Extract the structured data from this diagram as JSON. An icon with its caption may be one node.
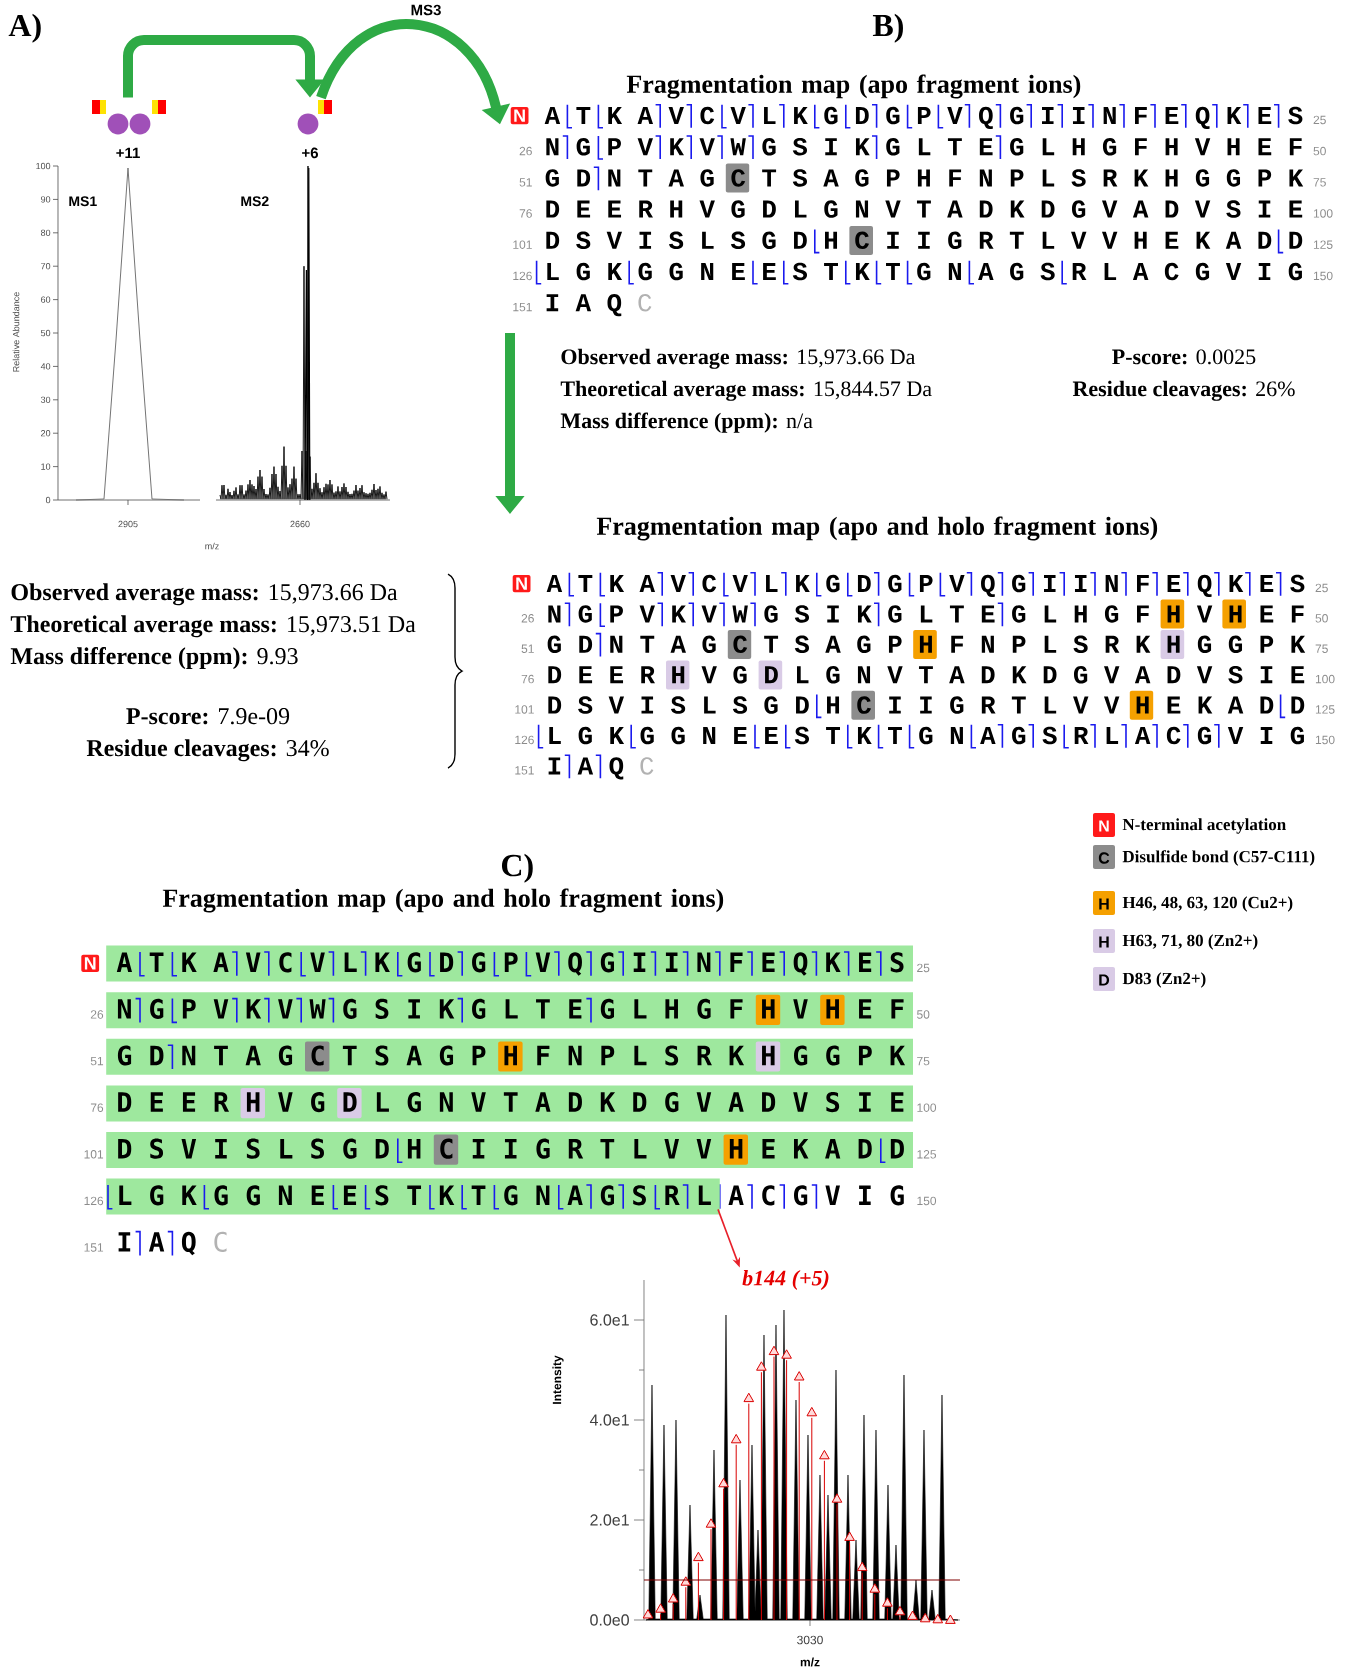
{
  "diagram": {
    "nodes": [
      {
        "text": [
          "+11"
        ]
      },
      {
        "text": [
          "+6"
        ]
      },
      {
        "text": [
          "Fragmentation map (apo fragment ions)"
        ]
      },
      {
        "text": [
          "Fragmentation map (apo and holo fragment ions)"
        ]
      },
      {
        "text": [
          "Fragmentation map (apo and holo fragment ions)"
        ]
      },
      {
        "text": [
          "b144 (+5)"
        ]
      },
      {
        "text": [],
        "shape": "bar"
      }
    ],
    "edges": [
      {
        "from": 0,
        "to": 1,
        "arrow": "to"
      },
      {
        "from": 1,
        "to": 2,
        "arrow": "to",
        "label": "MS3"
      },
      {
        "from": 2,
        "to": 3,
        "arrow": "to"
      },
      {
        "from": 6,
        "to": 5,
        "arrow": "to",
        "color": "#e8202a"
      }
    ],
    "labels": [
      "A)",
      "B)",
      "MS1",
      "MS2",
      "Relative Abundance",
      "100",
      "90",
      "80",
      "70",
      "60",
      "50",
      "40",
      "30",
      "20",
      "10",
      "0",
      "2905",
      "2660",
      "m/z",
      "**Observed average mass:** 15,973.66 Da",
      "**P-score:** 0.0025",
      "**Theoretical average mass:** 15,844.57 Da",
      "**Residue cleavages:** 26%",
      "**Mass difference (ppm):** n/a",
      "**Observed average mass:** 15,973.66 Da",
      "**Theoretical average mass:** 15,973.51 Da",
      "**Mass difference (ppm):** 9.93",
      "**P-score:** 7.9e-09",
      "**Residue cleavages:** 34%",
      "C)",
      "6.0e1",
      "4.0e1",
      "2.0e1",
      "0.0e0",
      "Intensity",
      "3030",
      "m/z",
      "N",
      "C",
      "H",
      "H",
      "D",
      "N",
      "A T K A V C V L K G D G P V Q G I I N F E Q K E S",
      "25",
      "26",
      "N G P V K V W G S I K G L T E G L H G F H V H E F",
      "50",
      "51",
      "G D N T A G C T S A G P H F N P L S R K H G G P K",
      "75",
      "76",
      "D E E R H V G D L G N V T A D K D G V A D V S I E",
      "100",
      "101",
      "D S V I S L S G D H C I I G R T L V V H E K A D D",
      "125",
      "126",
      "L G K G G N E E S T K T G N A G S R L A C G V I G",
      "150",
      "151",
      "I A Q",
      "C",
      "N",
      "A T K A V C V L K G D G P V Q G I I N F E Q K E S",
      "25",
      "26",
      "N G P V K V W G S I K G L T E G L H G F H V H E F",
      "50",
      "51",
      "G D N T A G C T S A G P H F N P L S R K H G G P K",
      "75",
      "76",
      "D E E R H V G D L G N V T A D K D G V A D V S I E",
      "100",
      "101",
      "D S V I S L S G D H C I I G R T L V V H E K A D D",
      "125",
      "126",
      "L G K G G N E E S T K T G N A G S R L A C G V I G",
      "150",
      "151",
      "I A Q",
      "C",
      "N",
      "A T K A V C V L K G D G P V Q G I I N F E Q K E S",
      "25",
      "26",
      "N G P V K V W G S I K G L T E G L H G F H V H E F",
      "50",
      "51",
      "G D N T A G C T S A G P H F N P L S R K H G G P K",
      "75",
      "76",
      "D E E R H V G D L G N V T A D K D G V A D V S I E",
      "100",
      "101",
      "D S V I S L S G D H C I I G R T L V V H E K A D D",
      "125",
      "126",
      "L G K G G N E E S T K T G N A G S R L A C G V I G",
      "150",
      "151",
      "I A Q",
      "C"
    ],
    "legend": [
      {
        "text": "N-terminal acetylation",
        "color": "#ff1a1a"
      },
      {
        "text": "Disulfide bond (C57-C111)",
        "color": "#8c8c8c"
      },
      {
        "text": "H46, 48, 63, 120 (Cu2+)",
        "color": "#f5a000"
      },
      {
        "text": "H63, 71, 80 (Zn2+)",
        "color": "#d9cbe6"
      },
      {
        "text": "D83 (Zn2+)",
        "color": "#d9cbe6"
      }
    ]
  }
}
